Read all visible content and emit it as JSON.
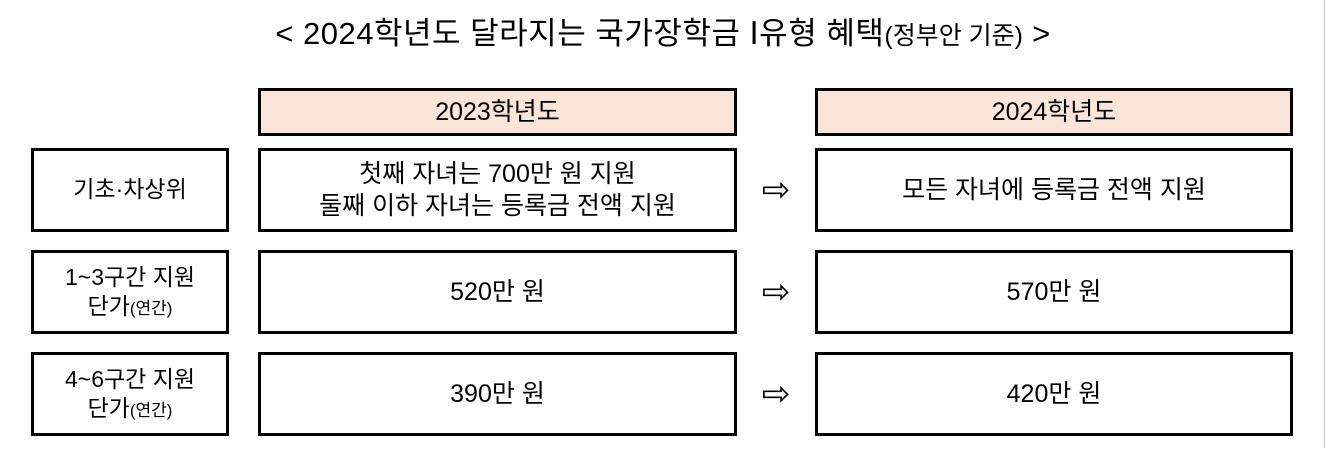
{
  "title": {
    "open_bracket": "<",
    "main": "2024학년도 달라지는 국가장학금 Ⅰ유형 혜택",
    "paren": "(정부안 기준)",
    "close_bracket": ">"
  },
  "colors": {
    "header_fill": "#FAE5D8",
    "border": "#000000",
    "cell_fill": "#FFFFFF",
    "text": "#000000"
  },
  "table": {
    "header": {
      "row_label_col": "",
      "columns": [
        "2023학년도",
        "2024학년도"
      ]
    },
    "arrow_symbol": "⇨",
    "rows": [
      {
        "label_lines": [
          "기초·차상위"
        ],
        "label_note": "",
        "y2023_lines": [
          "첫째 자녀는 700만 원 지원",
          "둘째 이하 자녀는 등록금 전액 지원"
        ],
        "y2024_lines": [
          "모든 자녀에 등록금 전액 지원"
        ]
      },
      {
        "label_lines": [
          "1~3구간 지원",
          "단가"
        ],
        "label_note": "(연간)",
        "y2023_lines": [
          "520만 원"
        ],
        "y2024_lines": [
          "570만 원"
        ]
      },
      {
        "label_lines": [
          "4~6구간 지원",
          "단가"
        ],
        "label_note": "(연간)",
        "y2023_lines": [
          "390만 원"
        ],
        "y2024_lines": [
          "420만 원"
        ]
      }
    ]
  }
}
